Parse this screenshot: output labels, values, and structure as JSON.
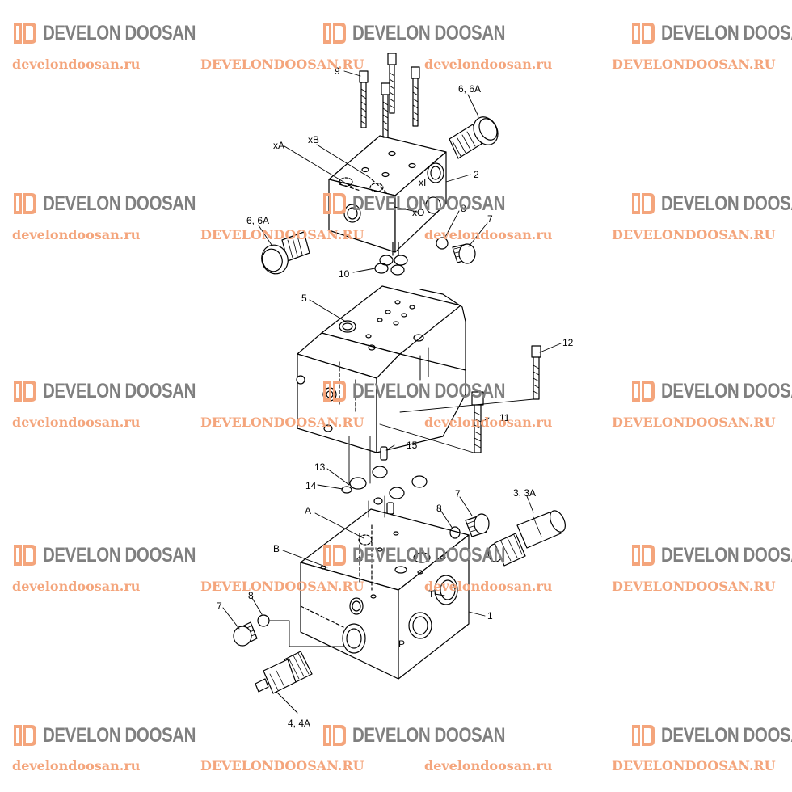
{
  "watermark": {
    "brand": "DEVELON DOOSAN",
    "site_lower": "develondoosan.ru",
    "site_upper": "DEVELONDOOSAN.RU",
    "brand_color": "#7f7f7f",
    "logo_color": "#f4a57c",
    "site_color": "#f4a57c"
  },
  "callouts": {
    "c9": "9",
    "c6a_top": "6, 6A",
    "c_xB": "xB",
    "c_xA": "xA",
    "c_xI": "xI",
    "c2": "2",
    "c_xO": "xO",
    "c8_top": "8",
    "c6a_left": "6, 6A",
    "c7_top": "7",
    "c10": "10",
    "c5": "5",
    "c12": "12",
    "c11": "11",
    "c15": "15",
    "c13": "13",
    "c14": "14",
    "c7_mid": "7",
    "c3": "3, 3A",
    "c8_mid": "8",
    "c_A": "A",
    "c_B": "B",
    "c_T": "T",
    "c1": "1",
    "c7_low": "7",
    "c8_low": "8",
    "c_P": "P",
    "c4": "4, 4A"
  }
}
